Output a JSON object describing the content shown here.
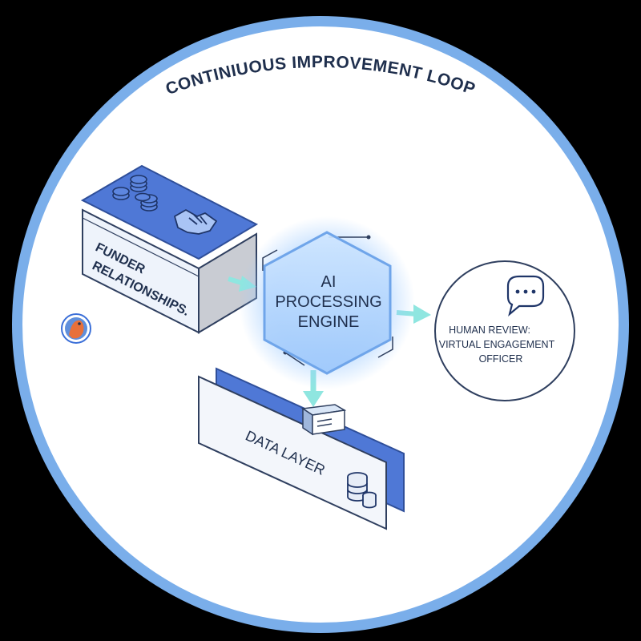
{
  "loop_title": "CONTINIUOUS IMPROVEMENT LOOP",
  "nodes": {
    "funder": {
      "label_lines": [
        "FUNDER",
        "RELATIONSHIPS."
      ]
    },
    "ai_engine": {
      "label_lines": [
        "AI",
        "PROCESSING",
        "ENGINE"
      ]
    },
    "human_review": {
      "label_lines": [
        "HUMAN REVIEW:",
        "VIRTUAL ENGAGEMENT",
        "OFFICER"
      ]
    },
    "data_layer": {
      "label": "DATA LAYER"
    }
  },
  "icons": {
    "funder": [
      "coin-stack-icon",
      "handshake-icon"
    ],
    "human_review": [
      "speech-bubble-icon"
    ],
    "data_layer": [
      "database-icon",
      "server-box-icon"
    ],
    "badge": "bird-avatar-icon"
  },
  "colors": {
    "ring": "#7aaeea",
    "ring_inner": "#ffffff",
    "text": "#1f2f4d",
    "accent": "#3b6fd8",
    "arrow": "#8fe6e0",
    "engine_fill": "#a9d2ff"
  }
}
